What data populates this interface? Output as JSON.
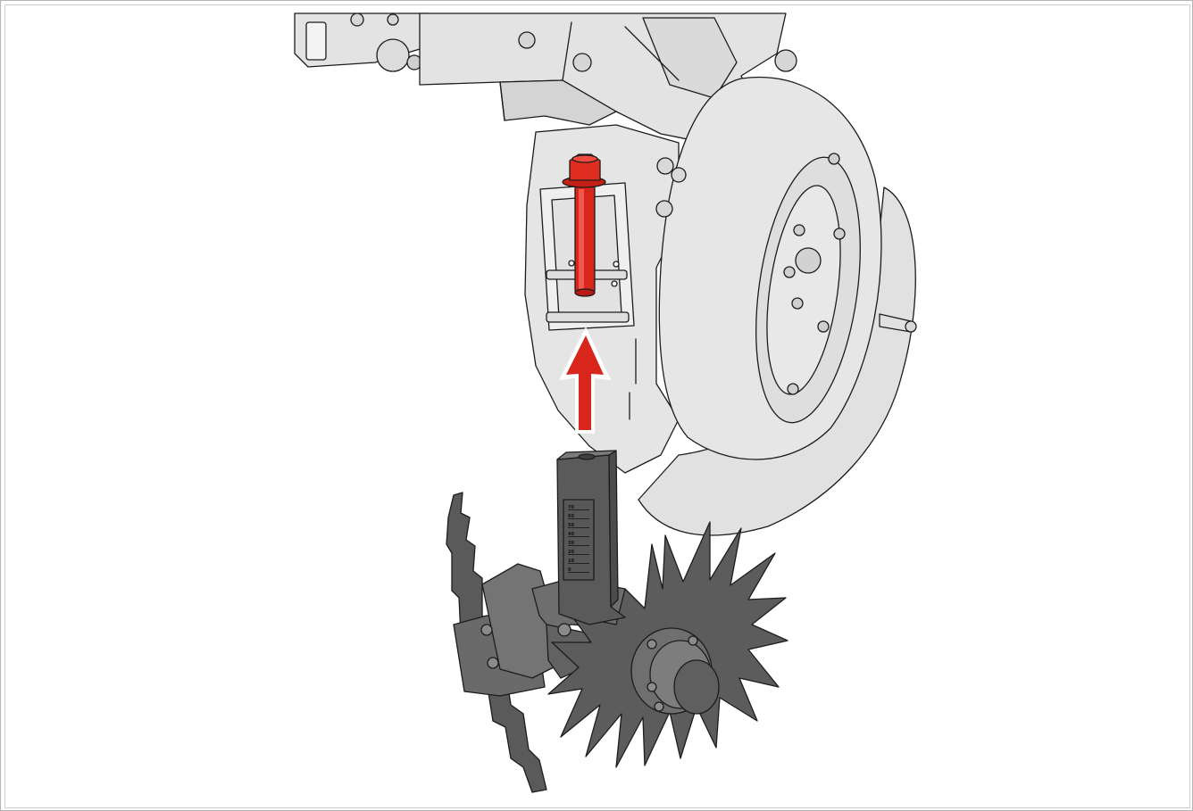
{
  "colors": {
    "frame": "#e3e3e3",
    "frame_shade": "#cdcdcd",
    "implement": "#6b6b6b",
    "implement_dark": "#4f4f4f",
    "pin": "#d9261c",
    "arrow": "#d9261c",
    "outline": "#1c1c1c"
  },
  "icons": {
    "direction": "up-arrow-icon",
    "pin": "lock-pin-icon"
  },
  "scale": {
    "marks": [
      "70",
      "60",
      "50",
      "40",
      "30",
      "20",
      "10",
      "0"
    ]
  }
}
